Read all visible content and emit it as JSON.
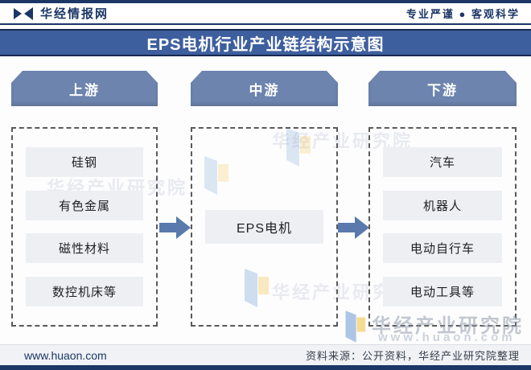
{
  "header": {
    "brand": "华经情报网",
    "tagline": "专业严谨 ● 客观科学"
  },
  "title": "EPS电机行业产业链结构示意图",
  "columns": [
    {
      "header": "上游",
      "items": [
        "硅钢",
        "有色金属",
        "磁性材料",
        "数控机床等"
      ]
    },
    {
      "header": "中游",
      "items": [
        "EPS电机"
      ]
    },
    {
      "header": "下游",
      "items": [
        "汽车",
        "机器人",
        "电动自行车",
        "电动工具等"
      ]
    }
  ],
  "watermark": {
    "text": "华经产业研究院",
    "url": "www.huaon.com"
  },
  "footer": {
    "site": "www.huaon.com",
    "source": "资料来源：公开资料，华经产业研究院整理"
  },
  "colors": {
    "navy": "#1c3766",
    "banner_blue": "#3e5f9e",
    "header_slate_blue": "#6c84ae",
    "arrow_blue": "#5a7aad",
    "item_gray": "#edeff3",
    "footer_gray": "#f0f2f5"
  }
}
